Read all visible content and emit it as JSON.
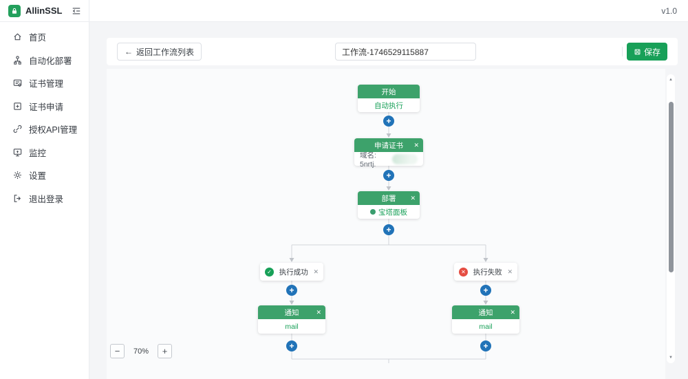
{
  "app": {
    "name": "AllinSSL",
    "version": "v1.0"
  },
  "sidebar": {
    "items": [
      {
        "label": "首页",
        "icon": "home-icon"
      },
      {
        "label": "自动化部署",
        "icon": "deploy-icon"
      },
      {
        "label": "证书管理",
        "icon": "cert-manage-icon"
      },
      {
        "label": "证书申请",
        "icon": "cert-apply-icon"
      },
      {
        "label": "授权API管理",
        "icon": "api-icon"
      },
      {
        "label": "监控",
        "icon": "monitor-icon"
      },
      {
        "label": "设置",
        "icon": "settings-icon"
      },
      {
        "label": "退出登录",
        "icon": "logout-icon"
      }
    ]
  },
  "toolbar": {
    "back_label": "返回工作流列表",
    "workflow_name": "工作流-1746529115887",
    "save_label": "保存"
  },
  "flow": {
    "start": {
      "title": "开始",
      "body": "自动执行"
    },
    "apply": {
      "title": "申请证书",
      "domain_label": "域名: 5nrtj."
    },
    "deploy": {
      "title": "部署",
      "body": "宝塔面板"
    },
    "branch_success": {
      "label": "执行成功"
    },
    "branch_fail": {
      "label": "执行失败"
    },
    "notify_left": {
      "title": "通知",
      "body": "mail"
    },
    "notify_right": {
      "title": "通知",
      "body": "mail"
    }
  },
  "zoom": {
    "level": "70%"
  },
  "icons": {
    "back_arrow": "←",
    "close": "✕",
    "plus": "+",
    "minus": "−",
    "check": "✓",
    "cross": "✕",
    "scroll_up": "▲",
    "scroll_down": "▼"
  },
  "colors": {
    "primary_green": "#18a058",
    "node_header_green": "#3da26b",
    "plus_blue": "#2173b8",
    "fail_red": "#e54d42"
  }
}
